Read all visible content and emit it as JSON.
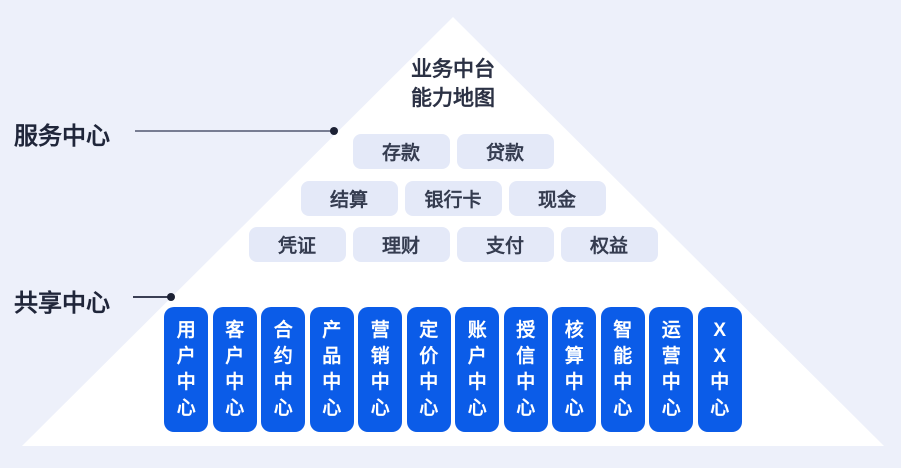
{
  "title": {
    "line1": "业务中台",
    "line2": "能力地图"
  },
  "labels": {
    "service_center": "服务中心",
    "shared_center": "共享中心"
  },
  "service_rows": [
    [
      "存款",
      "贷款"
    ],
    [
      "结算",
      "银行卡",
      "现金"
    ],
    [
      "凭证",
      "理财",
      "支付",
      "权益"
    ]
  ],
  "shared_centers": [
    "用户中心",
    "客户中心",
    "合约中心",
    "产品中心",
    "营销中心",
    "定价中心",
    "账户中心",
    "授信中心",
    "核算中心",
    "智能中心",
    "运营中心",
    "XX中心"
  ],
  "colors": {
    "background": "#edf0fa",
    "pyramid": "#ffffff",
    "capability_pill_bg": "#e4e9f8",
    "capability_pill_text": "#353c50",
    "center_pill_bg": "#0b5ce8",
    "center_pill_text": "#ffffff",
    "title_text": "#2b3144",
    "label_text": "#20263a",
    "connector_line": "#787d92",
    "connector_dot": "#1c2134"
  }
}
